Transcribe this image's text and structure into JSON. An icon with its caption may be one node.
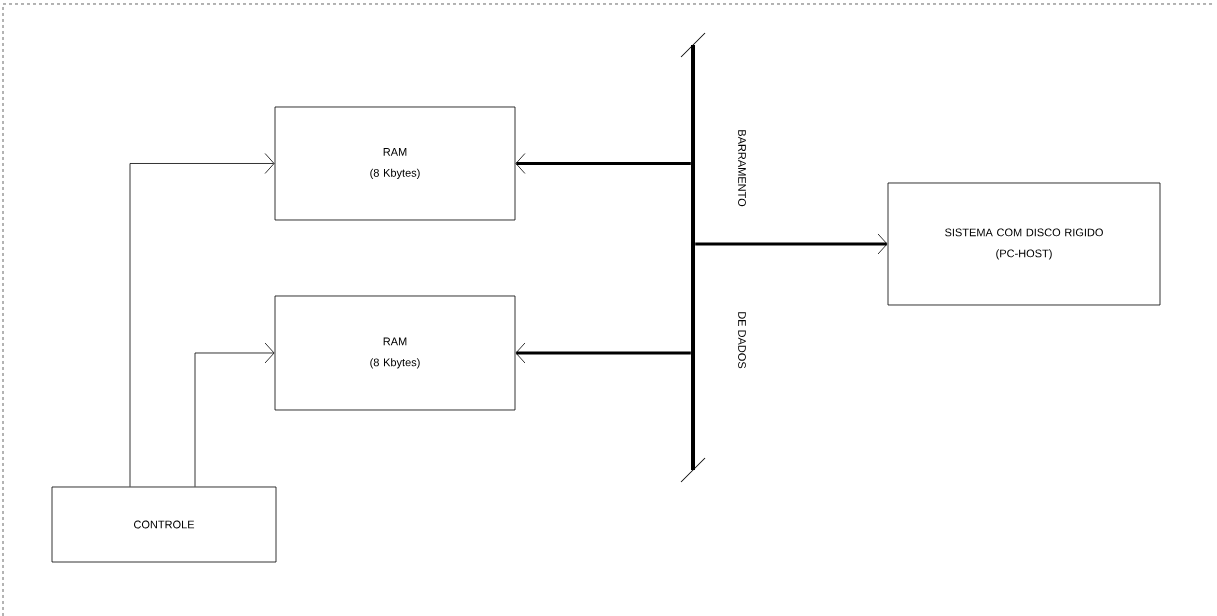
{
  "diagram": {
    "nodes": [
      {
        "text": [
          "RAM",
          "(8 Kbytes)"
        ]
      },
      {
        "text": [
          "RAM",
          "(8 Kbytes)"
        ]
      },
      {
        "text": [],
        "shape": "bar",
        "beside": [
          "BARRAMENTO",
          "DE DADOS"
        ]
      },
      {
        "text": [
          "SISTEMA COM DISCO RIGIDO",
          "(PC-HOST)"
        ]
      },
      {
        "text": [
          "CONTROLE"
        ]
      }
    ],
    "edges": [
      {
        "from": 2,
        "to": 0,
        "arrow": "to"
      },
      {
        "from": 2,
        "to": 1,
        "arrow": "to"
      },
      {
        "from": 2,
        "to": 3,
        "arrow": "to"
      },
      {
        "from": 4,
        "to": 0,
        "arrow": "to"
      },
      {
        "from": 4,
        "to": 1,
        "arrow": "to"
      }
    ]
  }
}
